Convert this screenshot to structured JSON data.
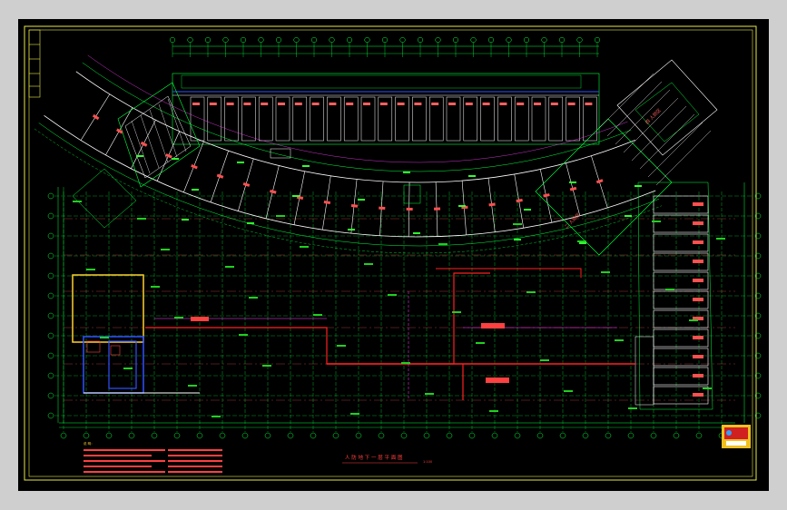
{
  "drawing": {
    "title": "人 防 地 下 一 层 平 面 图",
    "scale": "1:100",
    "zone_labels": [
      "四 人防区",
      "二 人防区"
    ],
    "notes_heading": "说 明：",
    "colors": {
      "background": "#000000",
      "sheet_border": "#e8e84a",
      "grid": "#00ff3c",
      "axis_line": "#ff5a5a",
      "room_wall": "#ffffff",
      "pipe": "#ff2020",
      "blue_wall": "#3050ff",
      "yellow_outline": "#ffd030",
      "dim_text": "#20d020"
    }
  }
}
